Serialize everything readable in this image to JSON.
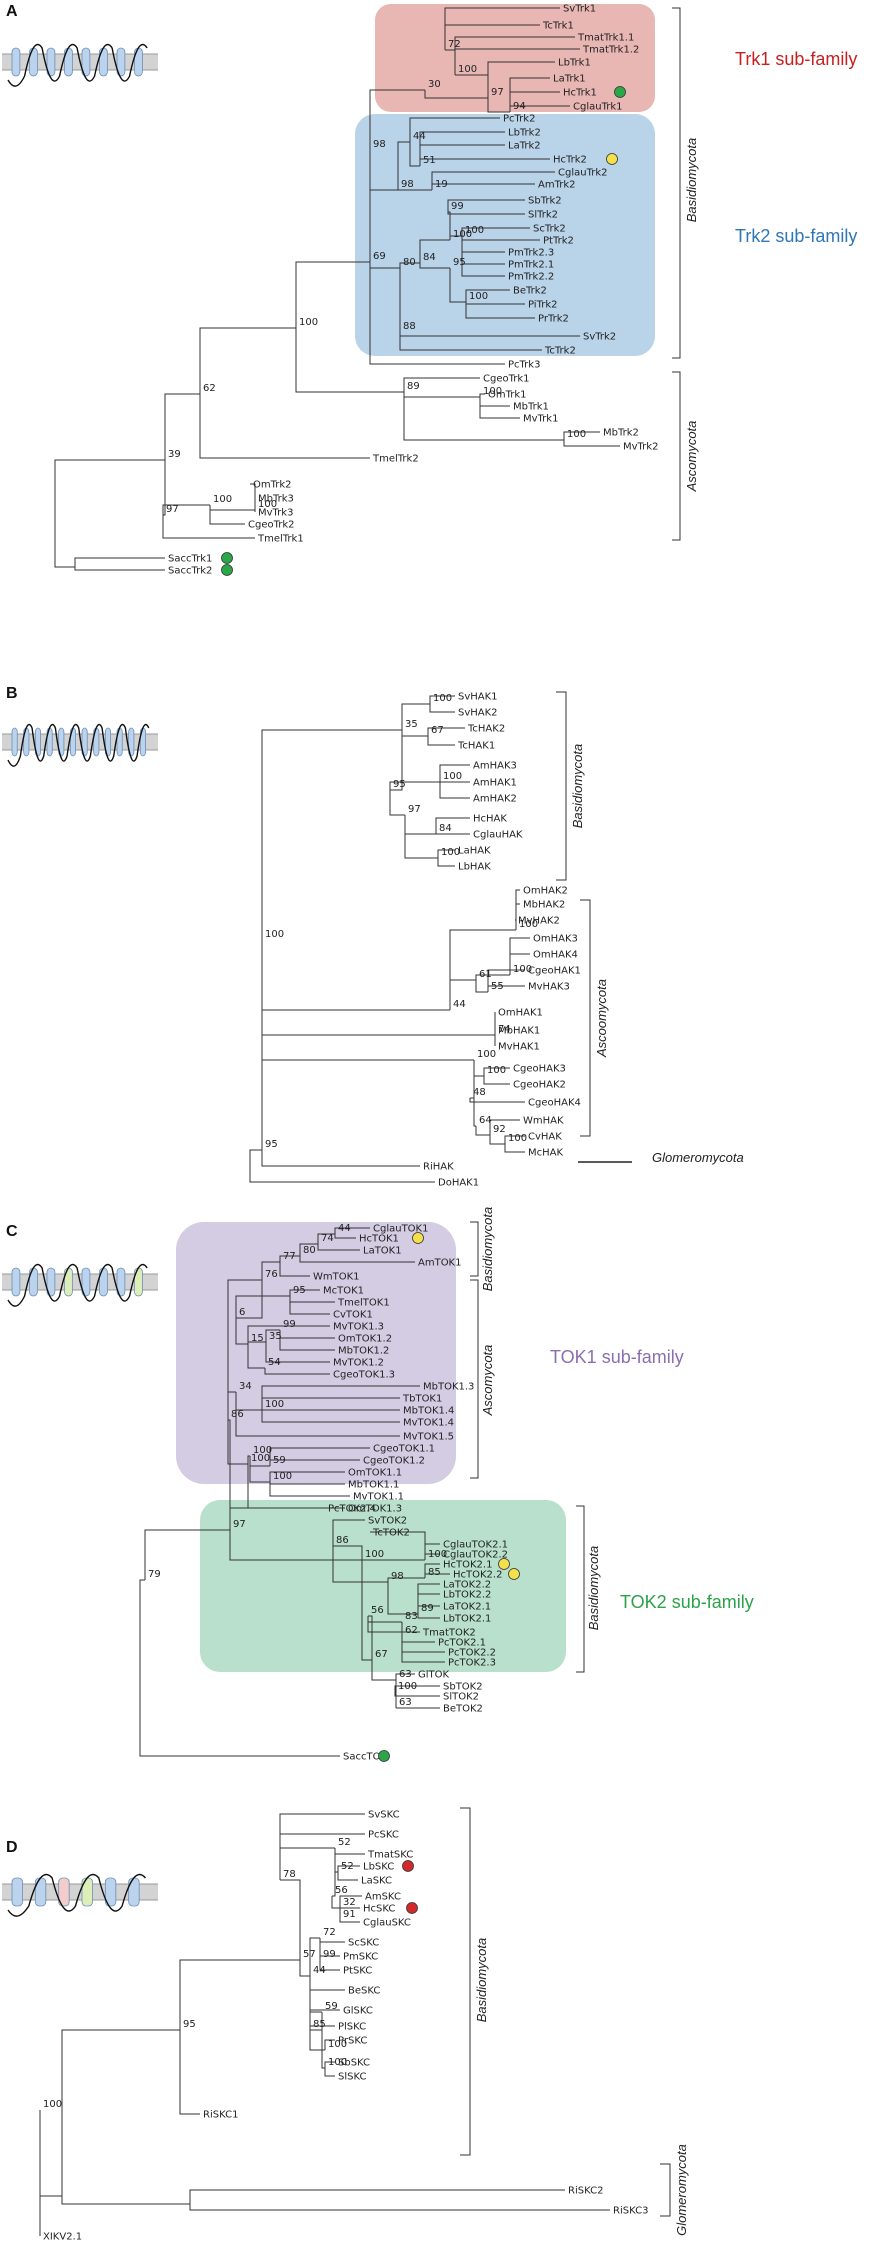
{
  "panels": {
    "A": {
      "letter": "A",
      "trk1_label": "Trk1 sub-family",
      "trk2_label": "Trk2 sub-family",
      "clade_basidio": "Basidiomycota",
      "clade_asco": "Ascomycota"
    },
    "B": {
      "letter": "B",
      "clade_basidio": "Basidiomycota",
      "clade_asco": "Ascoomycota",
      "clade_glom": "Glomeromycota"
    },
    "C": {
      "letter": "C",
      "tok1_label": "TOK1 sub-family",
      "tok2_label": "TOK2 sub-family",
      "clade_basidio1": "Basidiomycota",
      "clade_asco": "Ascomycota",
      "clade_basidio2": "Basidiomycota"
    },
    "D": {
      "letter": "D",
      "clade_basidio": "Basidiomycota",
      "clade_glom": "Glomeromycota"
    }
  },
  "colors": {
    "trk1_box": "#e8b7b4",
    "trk2_box": "#b9d3e8",
    "tok1_box": "#d4cce3",
    "tok2_box": "#b9e0cc",
    "trk1_text": "#c8201e",
    "trk2_text": "#2f77b4",
    "tok1_text": "#8a6fb0",
    "tok2_text": "#2aa348",
    "dot_green": "#2aa848",
    "dot_yellow": "#f4e04a",
    "dot_red": "#d22a2a"
  },
  "icons": [
    "transmembrane-topology-icon"
  ],
  "taxaA": [
    "SvTrk1",
    "TcTrk1",
    "TmatTrk1.1",
    "TmatTrk1.2",
    "LbTrk1",
    "LaTrk1",
    "HcTrk1",
    "CglauTrk1",
    "PcTrk2",
    "LbTrk2",
    "LaTrk2",
    "HcTrk2",
    "CglauTrk2",
    "AmTrk2",
    "SbTrk2",
    "SlTrk2",
    "ScTrk2",
    "PtTrk2",
    "PmTrk2.3",
    "PmTrk2.1",
    "PmTrk2.2",
    "BeTrk2",
    "PiTrk2",
    "PrTrk2",
    "SvTrk2",
    "TcTrk2",
    "PcTrk3",
    "CgeoTrk1",
    "OmTrk1",
    "MbTrk1",
    "MvTrk1",
    "MbTrk2",
    "MvTrk2",
    "TmelTrk2",
    "OmTrk2",
    "MbTrk3",
    "MvTrk3",
    "CgeoTrk2",
    "TmelTrk1",
    "SaccTrk1",
    "SaccTrk2"
  ],
  "bootA": [
    "30",
    "72",
    "100",
    "97",
    "94",
    "98",
    "44",
    "51",
    "19",
    "98",
    "84",
    "100",
    "99",
    "100",
    "95",
    "100",
    "88",
    "80",
    "69",
    "100",
    "62",
    "39",
    "97",
    "100",
    "100",
    "89",
    "100",
    "100"
  ],
  "taxaB": [
    "SvHAK1",
    "SvHAK2",
    "TcHAK2",
    "TcHAK1",
    "AmHAK3",
    "AmHAK1",
    "AmHAK2",
    "HcHAK",
    "CglauHAK",
    "LaHAK",
    "LbHAK",
    "OmHAK2",
    "MbHAK2",
    "MvHAK2",
    "OmHAK3",
    "OmHAK4",
    "CgeoHAK1",
    "MvHAK3",
    "OmHAK1",
    "MbHAK1",
    "MvHAK1",
    "CgeoHAK3",
    "CgeoHAK2",
    "CgeoHAK4",
    "WmHAK",
    "CvHAK",
    "McHAK",
    "RiHAK",
    "DoHAK1"
  ],
  "bootB": [
    "100",
    "35",
    "67",
    "95",
    "100",
    "97",
    "84",
    "100",
    "100",
    "100",
    "55",
    "61",
    "44",
    "74",
    "100",
    "100",
    "48",
    "64",
    "92",
    "100",
    "95",
    "100"
  ],
  "taxaC": [
    "CglauTOK1",
    "HcTOK1",
    "LaTOK1",
    "AmTOK1",
    "WmTOK1",
    "McTOK1",
    "TmelTOK1",
    "CvTOK1",
    "MvTOK1.3",
    "OmTOK1.2",
    "MbTOK1.2",
    "MvTOK1.2",
    "CgeoTOK1.3",
    "MbTOK1.3",
    "TbTOK1",
    "MbTOK1.4",
    "MvTOK1.4",
    "MvTOK1.5",
    "CgeoTOK1.1",
    "CgeoTOK1.2",
    "OmTOK1.1",
    "MbTOK1.1",
    "MvTOK1.1",
    "OmTOK1.3",
    "PcTOK2.4",
    "SvTOK2",
    "TcTOK2",
    "CglauTOK2.1",
    "CglauTOK2.2",
    "HcTOK2.1",
    "HcTOK2.2",
    "LaTOK2.2",
    "LbTOK2.2",
    "LaTOK2.1",
    "LbTOK2.1",
    "TmatTOK2",
    "PcTOK2.1",
    "PcTOK2.2",
    "PcTOK2.3",
    "GlTOK",
    "SbTOK2",
    "SlTOK2",
    "BeTOK2",
    "SaccTOK"
  ],
  "bootC": [
    "44",
    "74",
    "80",
    "77",
    "76",
    "95",
    "6",
    "99",
    "35",
    "15",
    "54",
    "34",
    "100",
    "100",
    "59",
    "100",
    "100",
    "86",
    "97",
    "79",
    "86",
    "100",
    "85",
    "98",
    "89",
    "100",
    "56",
    "83",
    "62",
    "63",
    "67",
    "100",
    "63"
  ],
  "taxaD": [
    "SvSKC",
    "PcSKC",
    "TmatSKC",
    "LbSKC",
    "LaSKC",
    "AmSKC",
    "HcSKC",
    "CglauSKC",
    "ScSKC",
    "PmSKC",
    "PtSKC",
    "BeSKC",
    "GlSKC",
    "PlSKC",
    "PrSKC",
    "SbSKC",
    "SlSKC",
    "RiSKC1",
    "RiSKC2",
    "RiSKC3",
    "XIKV2.1"
  ],
  "bootD": [
    "52",
    "52",
    "56",
    "32",
    "91",
    "78",
    "72",
    "99",
    "44",
    "59",
    "85",
    "100",
    "100",
    "57",
    "95",
    "100"
  ]
}
